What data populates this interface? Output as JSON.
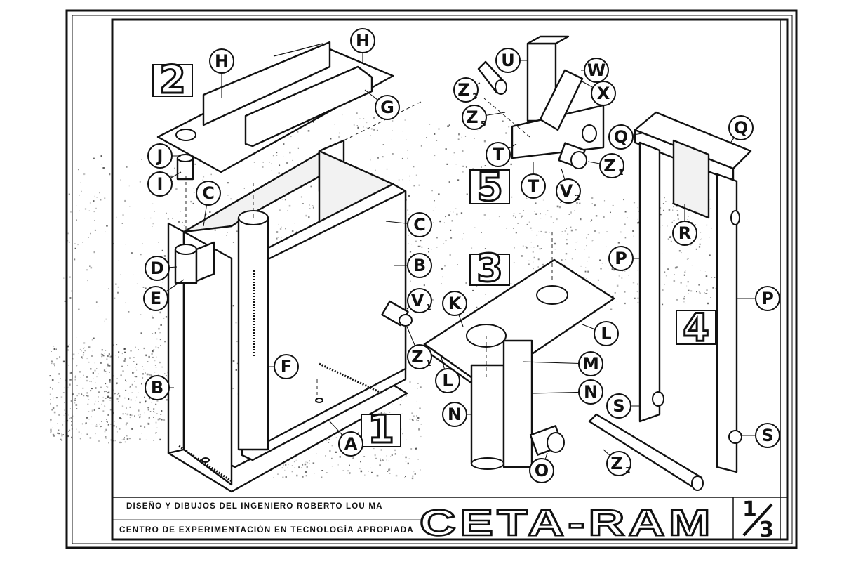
{
  "drawing": {
    "credit_line_1": "DISEÑO Y DIBUJOS DEL INGENIERO ROBERTO LOU MA",
    "credit_line_2": "CENTRO DE EXPERIMENTACIÓN EN TECNOLOGÍA APROPIADA",
    "brand": "CETA-RAM",
    "sheet_numerator": "1",
    "sheet_denominator": "3"
  },
  "assembly_numbers": [
    "1",
    "2",
    "3",
    "4",
    "5"
  ],
  "part_labels": {
    "A": "A",
    "B": "B",
    "C": "C",
    "D": "D",
    "E": "E",
    "F": "F",
    "G": "G",
    "H": "H",
    "I": "I",
    "J": "J",
    "K": "K",
    "L": "L",
    "M": "M",
    "N": "N",
    "O": "O",
    "P": "P",
    "Q": "Q",
    "R": "R",
    "S": "S",
    "T": "T",
    "U": "U",
    "V": "V",
    "W": "W",
    "X": "X",
    "Z": "Z"
  },
  "subscripts": {
    "one": "1",
    "two": "2",
    "three": "3",
    "five": "5"
  },
  "colors": {
    "ink": "#111111",
    "paper": "#ffffff"
  }
}
